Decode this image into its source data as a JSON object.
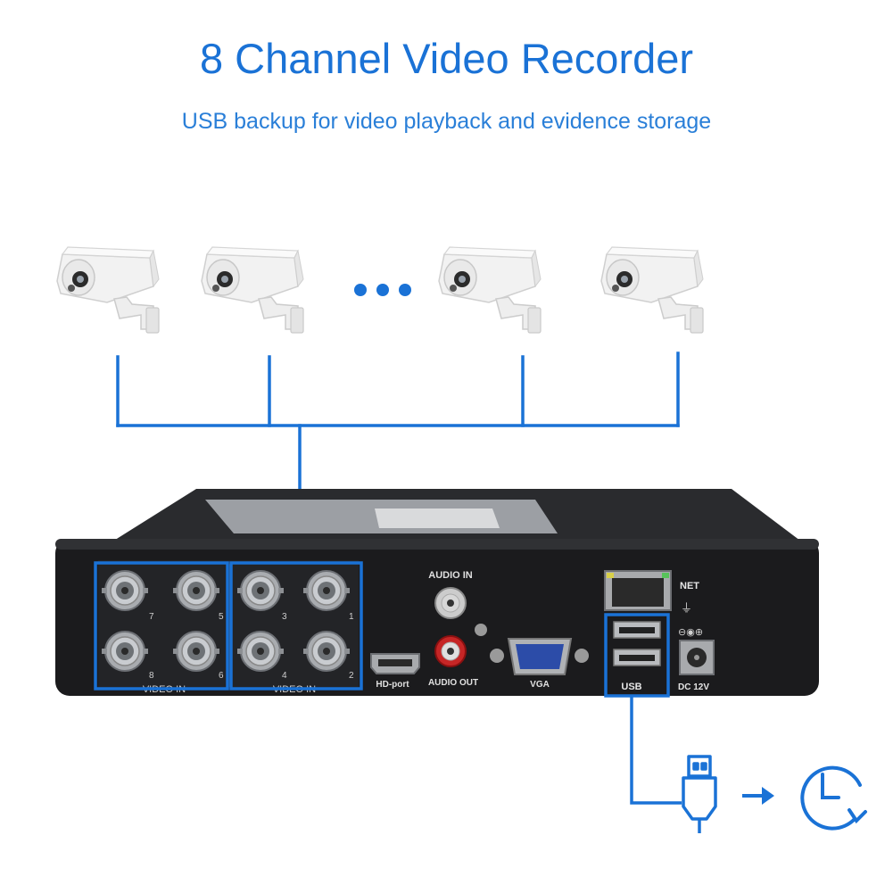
{
  "header": {
    "title": "8 Channel Video Recorder",
    "subtitle": "USB backup for video playback and evidence storage"
  },
  "recorder": {
    "video_in_label": "VIDEO IN",
    "channels_left": [
      "7",
      "5",
      "8",
      "6"
    ],
    "channels_right": [
      "3",
      "1",
      "4",
      "2"
    ],
    "audio_in_label": "AUDIO IN",
    "audio_out_label": "AUDIO OUT",
    "hd_port_label": "HD-port",
    "vga_label": "VGA",
    "net_label": "NET",
    "usb_label": "USB",
    "dc_label": "DC 12V"
  },
  "icons": {
    "camera": "security-camera-icon",
    "ellipsis": "more-cameras-icon",
    "usb_stick": "usb-drive-icon",
    "arrow": "arrow-right-icon",
    "clock": "playback-clock-icon"
  },
  "colors": {
    "accent": "#1a72d6",
    "device": "#1d1d1f"
  }
}
